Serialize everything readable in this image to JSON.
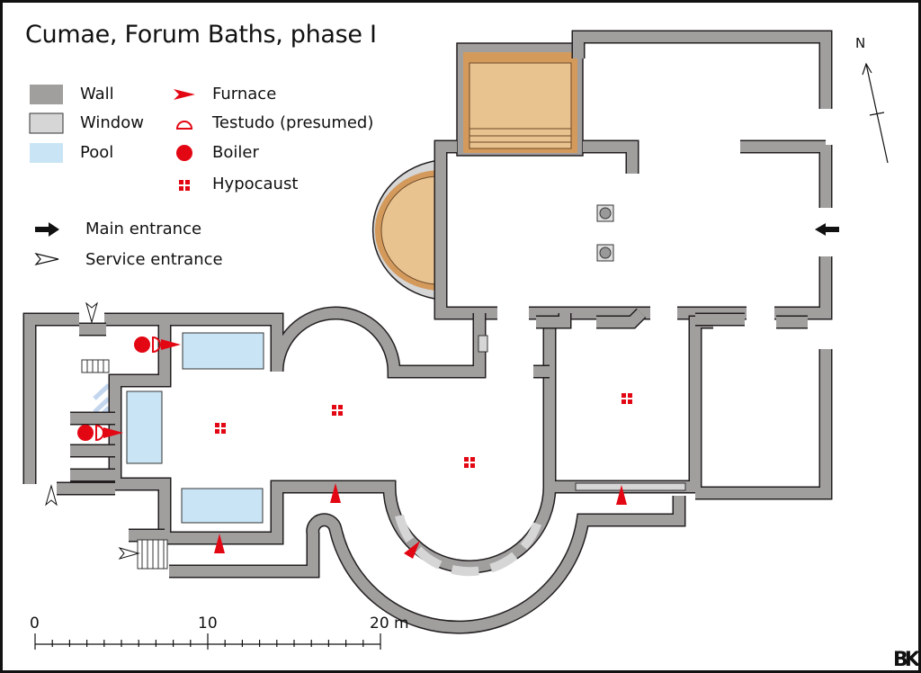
{
  "title": "Cumae, Forum Baths, phase I",
  "legend": {
    "wall": "Wall",
    "window": "Window",
    "pool": "Pool",
    "furnace": "Furnace",
    "testudo": "Testudo (presumed)",
    "boiler": "Boiler",
    "hypocaust": "Hypocaust",
    "main_entrance": "Main entrance",
    "service_entrance": "Service entrance"
  },
  "colors": {
    "wall": "#a19e9e",
    "window": "#d6d6d6",
    "pool": "#c9e5f5",
    "red": "#e30613",
    "tan": "#e9c38f",
    "tan_dark": "#d49a5c"
  },
  "scale": {
    "labels": [
      "0",
      "10",
      "20 m"
    ]
  },
  "north": "N",
  "logo": "BK"
}
